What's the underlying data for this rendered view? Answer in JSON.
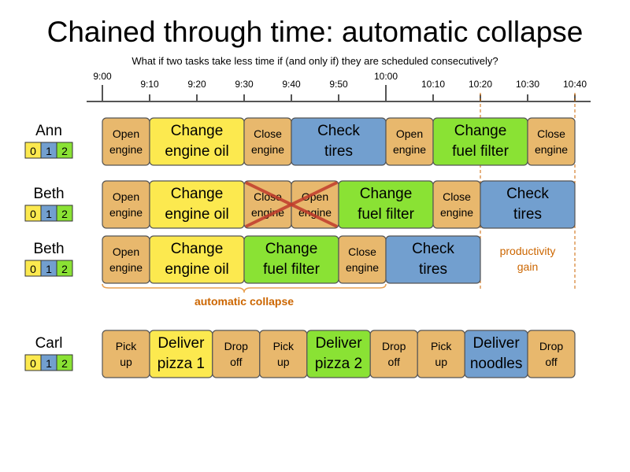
{
  "title": "Chained through time: automatic collapse",
  "subtitle": "What if two tasks take less time if (and only if) they are scheduled consecutively?",
  "colors": {
    "orange": "#e8b86d",
    "yellow": "#fce94f",
    "green": "#8ae234",
    "blue": "#729fcf",
    "accent": "#cc6600",
    "cross": "#c0392b"
  },
  "timeline": {
    "ticks": [
      {
        "label": "9:00",
        "minute": 0,
        "major": true
      },
      {
        "label": "9:10",
        "minute": 10,
        "major": false
      },
      {
        "label": "9:20",
        "minute": 20,
        "major": false
      },
      {
        "label": "9:30",
        "minute": 30,
        "major": false
      },
      {
        "label": "9:40",
        "minute": 40,
        "major": false
      },
      {
        "label": "9:50",
        "minute": 50,
        "major": false
      },
      {
        "label": "10:00",
        "minute": 60,
        "major": true
      },
      {
        "label": "10:10",
        "minute": 70,
        "major": false
      },
      {
        "label": "10:20",
        "minute": 80,
        "major": false
      },
      {
        "label": "10:30",
        "minute": 90,
        "major": false
      },
      {
        "label": "10:40",
        "minute": 100,
        "major": false
      }
    ]
  },
  "legend": [
    "0",
    "1",
    "2"
  ],
  "rows": [
    {
      "name": "Ann",
      "tasks": [
        {
          "lines": [
            "Open",
            "engine"
          ],
          "start": 0,
          "end": 10,
          "color": "orange",
          "size": "small"
        },
        {
          "lines": [
            "Change",
            "engine oil"
          ],
          "start": 10,
          "end": 30,
          "color": "yellow",
          "size": "big"
        },
        {
          "lines": [
            "Close",
            "engine"
          ],
          "start": 30,
          "end": 40,
          "color": "orange",
          "size": "small"
        },
        {
          "lines": [
            "Check",
            "tires"
          ],
          "start": 40,
          "end": 60,
          "color": "blue",
          "size": "big"
        },
        {
          "lines": [
            "Open",
            "engine"
          ],
          "start": 60,
          "end": 70,
          "color": "orange",
          "size": "small"
        },
        {
          "lines": [
            "Change",
            "fuel filter"
          ],
          "start": 70,
          "end": 90,
          "color": "green",
          "size": "big"
        },
        {
          "lines": [
            "Close",
            "engine"
          ],
          "start": 90,
          "end": 100,
          "color": "orange",
          "size": "small"
        }
      ]
    },
    {
      "name": "Beth",
      "tasks": [
        {
          "lines": [
            "Open",
            "engine"
          ],
          "start": 0,
          "end": 10,
          "color": "orange",
          "size": "small"
        },
        {
          "lines": [
            "Change",
            "engine oil"
          ],
          "start": 10,
          "end": 30,
          "color": "yellow",
          "size": "big"
        },
        {
          "lines": [
            "Close",
            "engine"
          ],
          "start": 30,
          "end": 40,
          "color": "orange",
          "size": "small"
        },
        {
          "lines": [
            "Open",
            "engine"
          ],
          "start": 40,
          "end": 50,
          "color": "orange",
          "size": "small"
        },
        {
          "lines": [
            "Change",
            "fuel filter"
          ],
          "start": 50,
          "end": 70,
          "color": "green",
          "size": "big"
        },
        {
          "lines": [
            "Close",
            "engine"
          ],
          "start": 70,
          "end": 80,
          "color": "orange",
          "size": "small"
        },
        {
          "lines": [
            "Check",
            "tires"
          ],
          "start": 80,
          "end": 100,
          "color": "blue",
          "size": "big"
        }
      ],
      "crossed": {
        "start": 30,
        "end": 50
      }
    },
    {
      "name": "Beth",
      "tasks": [
        {
          "lines": [
            "Open",
            "engine"
          ],
          "start": 0,
          "end": 10,
          "color": "orange",
          "size": "small"
        },
        {
          "lines": [
            "Change",
            "engine oil"
          ],
          "start": 10,
          "end": 30,
          "color": "yellow",
          "size": "big"
        },
        {
          "lines": [
            "Change",
            "fuel filter"
          ],
          "start": 30,
          "end": 50,
          "color": "green",
          "size": "big"
        },
        {
          "lines": [
            "Close",
            "engine"
          ],
          "start": 50,
          "end": 60,
          "color": "orange",
          "size": "small"
        },
        {
          "lines": [
            "Check",
            "tires"
          ],
          "start": 60,
          "end": 80,
          "color": "blue",
          "size": "big"
        }
      ],
      "gain": {
        "lines": [
          "productivity",
          "gain"
        ],
        "start": 80,
        "end": 100
      }
    },
    {
      "name": "Carl",
      "tasks": [
        {
          "lines": [
            "Pick",
            "up"
          ],
          "start": 0,
          "end": 10,
          "color": "orange",
          "size": "small"
        },
        {
          "lines": [
            "Deliver",
            "pizza 1"
          ],
          "start": 10,
          "end": 23.3,
          "color": "yellow",
          "size": "big"
        },
        {
          "lines": [
            "Drop",
            "off"
          ],
          "start": 23.3,
          "end": 33.3,
          "color": "orange",
          "size": "small"
        },
        {
          "lines": [
            "Pick",
            "up"
          ],
          "start": 33.3,
          "end": 43.3,
          "color": "orange",
          "size": "small"
        },
        {
          "lines": [
            "Deliver",
            "pizza 2"
          ],
          "start": 43.3,
          "end": 56.7,
          "color": "green",
          "size": "big"
        },
        {
          "lines": [
            "Drop",
            "off"
          ],
          "start": 56.7,
          "end": 66.7,
          "color": "orange",
          "size": "small"
        },
        {
          "lines": [
            "Pick",
            "up"
          ],
          "start": 66.7,
          "end": 76.7,
          "color": "orange",
          "size": "small"
        },
        {
          "lines": [
            "Deliver",
            "noodles"
          ],
          "start": 76.7,
          "end": 90,
          "color": "blue",
          "size": "big"
        },
        {
          "lines": [
            "Drop",
            "off"
          ],
          "start": 90,
          "end": 100,
          "color": "orange",
          "size": "small"
        }
      ]
    }
  ],
  "collapse_label": "automatic collapse"
}
